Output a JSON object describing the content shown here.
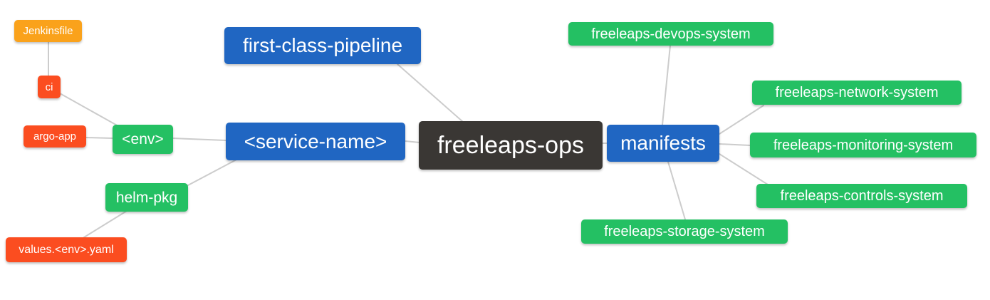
{
  "diagram": {
    "type": "mindmap",
    "colors": {
      "branch_blue": "#2066c2",
      "leaf_green": "#24c063",
      "leaf_red": "#fb4d20",
      "leaf_orange": "#faa21b",
      "root_dark": "#3a3734",
      "edge_gray": "#cccccc",
      "background": "#ffffff",
      "text": "#ffffff"
    },
    "nodes": {
      "root": {
        "label": "freeleaps-ops",
        "color": "#3a3734"
      },
      "fcp": {
        "label": "first-class-pipeline",
        "color": "#2066c2"
      },
      "service": {
        "label": "<service-name>",
        "color": "#2066c2"
      },
      "manifests": {
        "label": "manifests",
        "color": "#2066c2"
      },
      "env": {
        "label": "<env>",
        "color": "#24c063"
      },
      "helm_pkg": {
        "label": "helm-pkg",
        "color": "#24c063"
      },
      "ci": {
        "label": "ci",
        "color": "#fb4d20"
      },
      "argo_app": {
        "label": "argo-app",
        "color": "#fb4d20"
      },
      "values_yaml": {
        "label": "values.<env>.yaml",
        "color": "#fb4d20"
      },
      "jenkinsfile": {
        "label": "Jenkinsfile",
        "color": "#faa21b"
      },
      "devops": {
        "label": "freeleaps-devops-system",
        "color": "#24c063"
      },
      "network": {
        "label": "freeleaps-network-system",
        "color": "#24c063"
      },
      "monitoring": {
        "label": "freeleaps-monitoring-system",
        "color": "#24c063"
      },
      "controls": {
        "label": "freeleaps-controls-system",
        "color": "#24c063"
      },
      "storage": {
        "label": "freeleaps-storage-system",
        "color": "#24c063"
      }
    },
    "edges": [
      [
        "jenkinsfile",
        "ci"
      ],
      [
        "ci",
        "env"
      ],
      [
        "argo_app",
        "env"
      ],
      [
        "env",
        "service"
      ],
      [
        "helm_pkg",
        "service"
      ],
      [
        "values_yaml",
        "helm_pkg"
      ],
      [
        "fcp",
        "root"
      ],
      [
        "service",
        "root"
      ],
      [
        "root",
        "manifests"
      ],
      [
        "manifests",
        "devops"
      ],
      [
        "manifests",
        "network"
      ],
      [
        "manifests",
        "monitoring"
      ],
      [
        "manifests",
        "controls"
      ],
      [
        "manifests",
        "storage"
      ]
    ]
  }
}
